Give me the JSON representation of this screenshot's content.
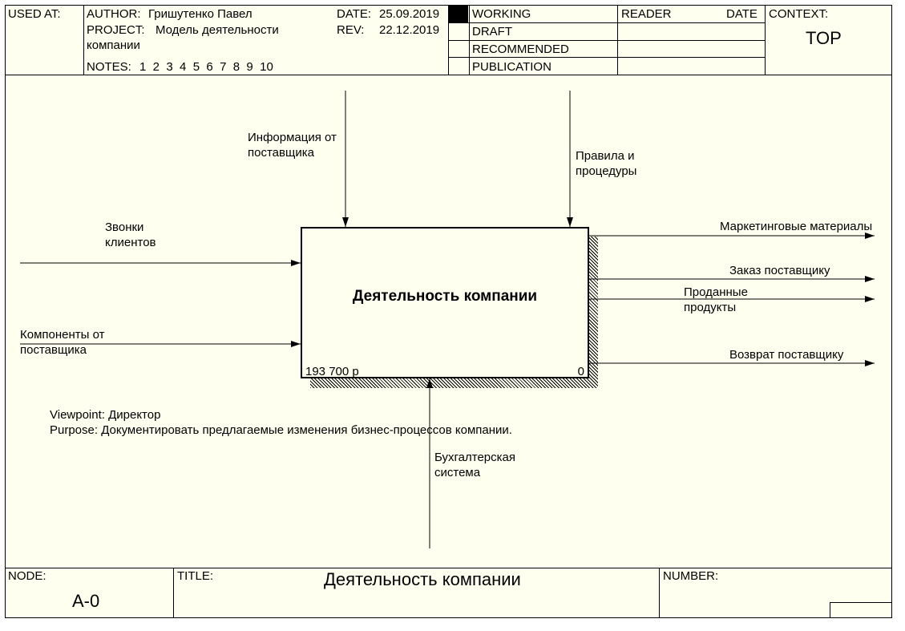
{
  "header": {
    "used_at_label": "USED AT:",
    "author_label": "AUTHOR:",
    "author": "Гришутенко Павел",
    "project_label": "PROJECT:",
    "project": "Модель деятельности",
    "project_cont": "компании",
    "notes_label": "NOTES:",
    "notes": "1  2  3  4  5  6  7  8  9  10",
    "date_label": "DATE:",
    "date": "25.09.2019",
    "rev_label": "REV:",
    "rev": "22.12.2019",
    "status_working": "WORKING",
    "status_draft": "DRAFT",
    "status_recommended": "RECOMMENDED",
    "status_publication": "PUBLICATION",
    "reader_label": "READER",
    "reader_date_label": "DATE",
    "context_label": "CONTEXT:",
    "context_value": "TOP"
  },
  "diagram": {
    "activity_title": "Деятельность компании",
    "activity_cost": "193 700 р",
    "activity_number": "0",
    "controls": [
      "Информация от\nпоставщика",
      "Правила и\nпроцедуры"
    ],
    "inputs": [
      "Звонки\nклиентов",
      "Компоненты от\nпоставщика"
    ],
    "outputs": [
      "Маркетинговые материалы",
      "Заказ поставщику",
      "Проданные\nпродукты",
      "Возврат поставщику"
    ],
    "mechanism": "Бухгалтерская\nсистема",
    "viewpoint": "Viewpoint: Директор",
    "purpose": "Purpose: Документировать предлагаемые изменения бизнес-процессов компании."
  },
  "footer": {
    "node_label": "NODE:",
    "node_value": "A-0",
    "title_label": "TITLE:",
    "title_value": "Деятельность компании",
    "number_label": "NUMBER:"
  }
}
